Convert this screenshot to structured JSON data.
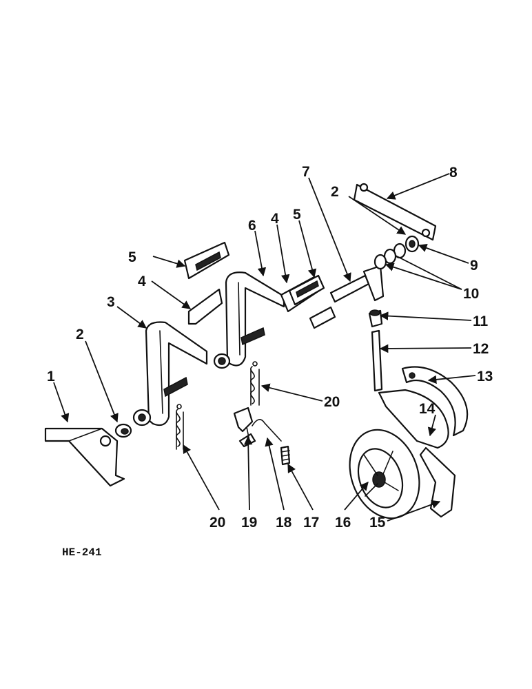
{
  "figure_ref": "HE-241",
  "callouts": {
    "c1": "1",
    "c2a": "2",
    "c2b": "2",
    "c3": "3",
    "c4a": "4",
    "c4b": "4",
    "c5a": "5",
    "c5b": "5",
    "c6": "6",
    "c7": "7",
    "c8": "8",
    "c9": "9",
    "c10": "10",
    "c11": "11",
    "c12": "12",
    "c13": "13",
    "c14": "14",
    "c15": "15",
    "c16": "16",
    "c17": "17",
    "c18": "18",
    "c19": "19",
    "c20a": "20",
    "c20b": "20"
  }
}
